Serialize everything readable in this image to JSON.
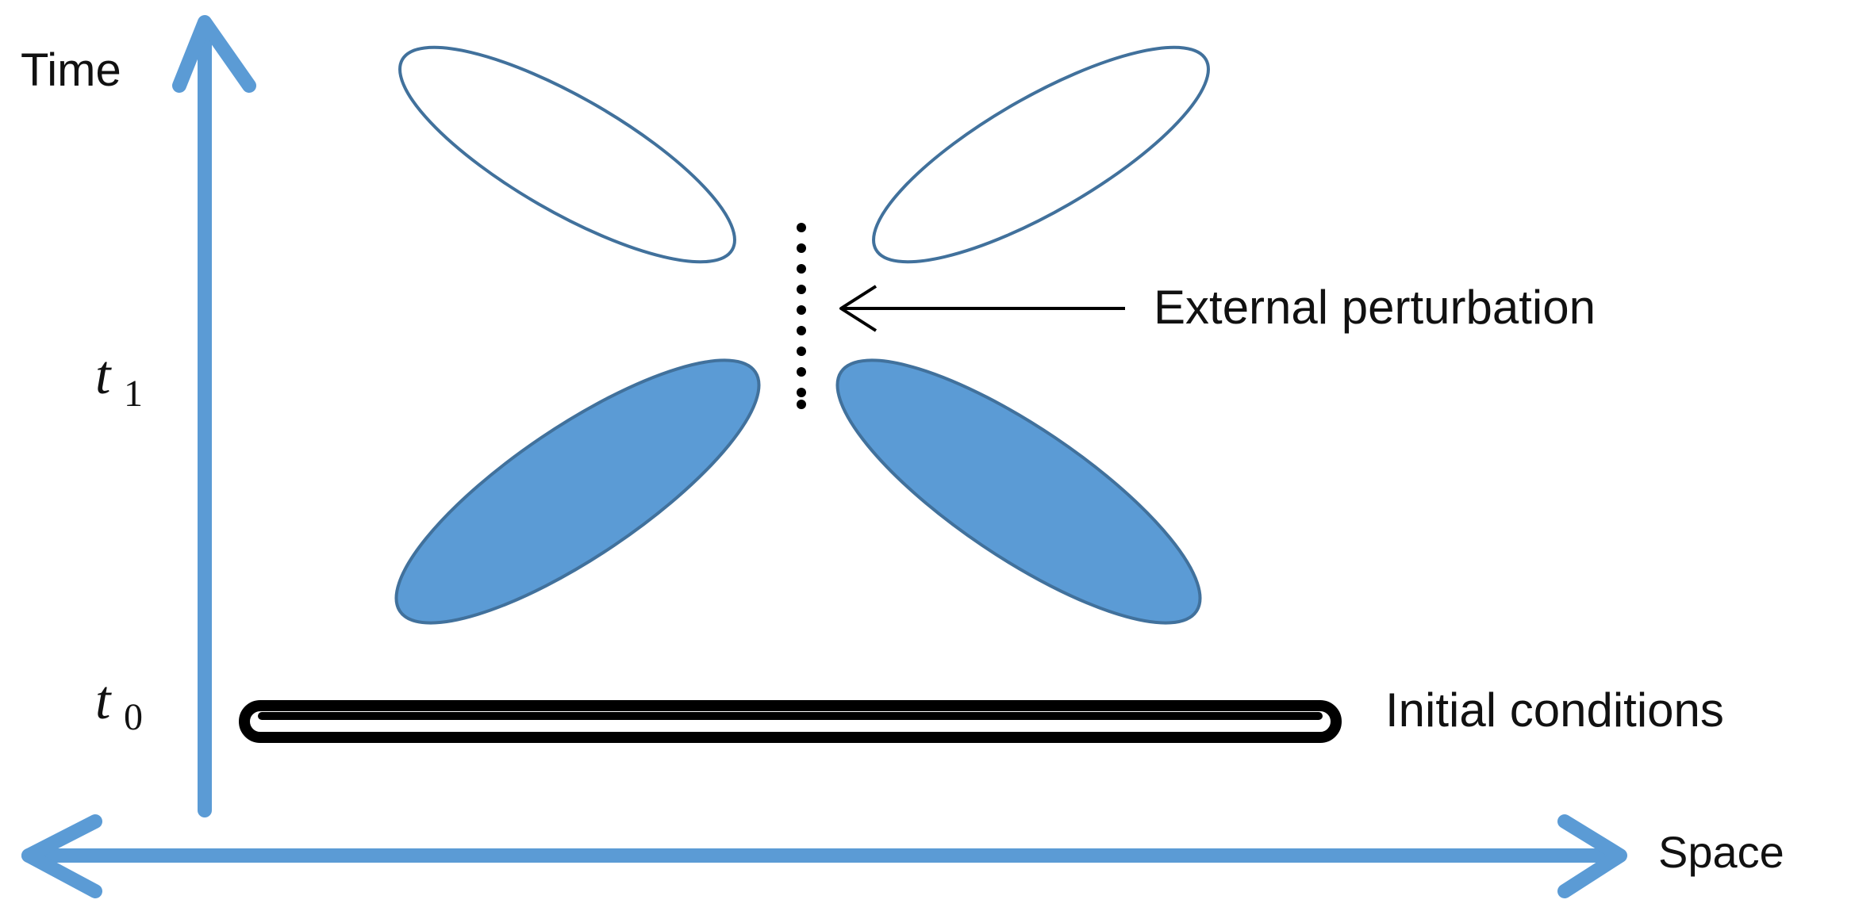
{
  "labels": {
    "time": "Time",
    "space": "Space",
    "external_perturbation": "External perturbation",
    "initial_conditions": "Initial conditions",
    "t1": {
      "base": "t",
      "sub": "1"
    },
    "t0": {
      "base": "t",
      "sub": "0"
    }
  },
  "colors": {
    "axis": "#5B9BD5",
    "ellipse_fill": "#5B9BD5",
    "ellipse_stroke": "#41719C",
    "ink": "#111111"
  }
}
